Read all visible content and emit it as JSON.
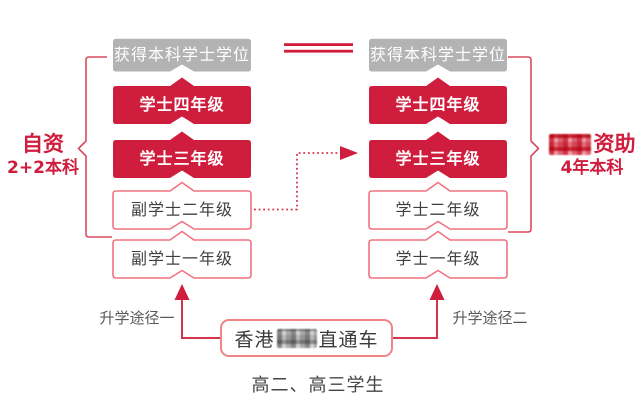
{
  "diagram": {
    "left_track": {
      "degree_label": "获得本科学士学位",
      "grades": [
        "学士四年级",
        "学士三年级",
        "副学士二年级",
        "副学士一年级"
      ],
      "brace_title": "自资",
      "brace_subtitle": "2+2本科"
    },
    "right_track": {
      "degree_label": "获得本科学士学位",
      "grades": [
        "学士四年级",
        "学士三年级",
        "学士二年级",
        "学士一年级"
      ],
      "brace_title_suffix": "资助",
      "brace_subtitle": "4年本科",
      "brace_title_prefix_censored": true
    },
    "pathway_one_label": "升学途径一",
    "pathway_two_label": "升学途径二",
    "source_box": {
      "prefix": "香港",
      "middle_censored": true,
      "suffix": "直通车"
    },
    "caption": "高二、高三学生"
  },
  "colors": {
    "crimson": "#cf1e3d",
    "box_border_pink": "#ef7380",
    "gray_box": "#b3b3b3",
    "dark_text": "#3f3f3f",
    "muted_label": "#595959"
  }
}
